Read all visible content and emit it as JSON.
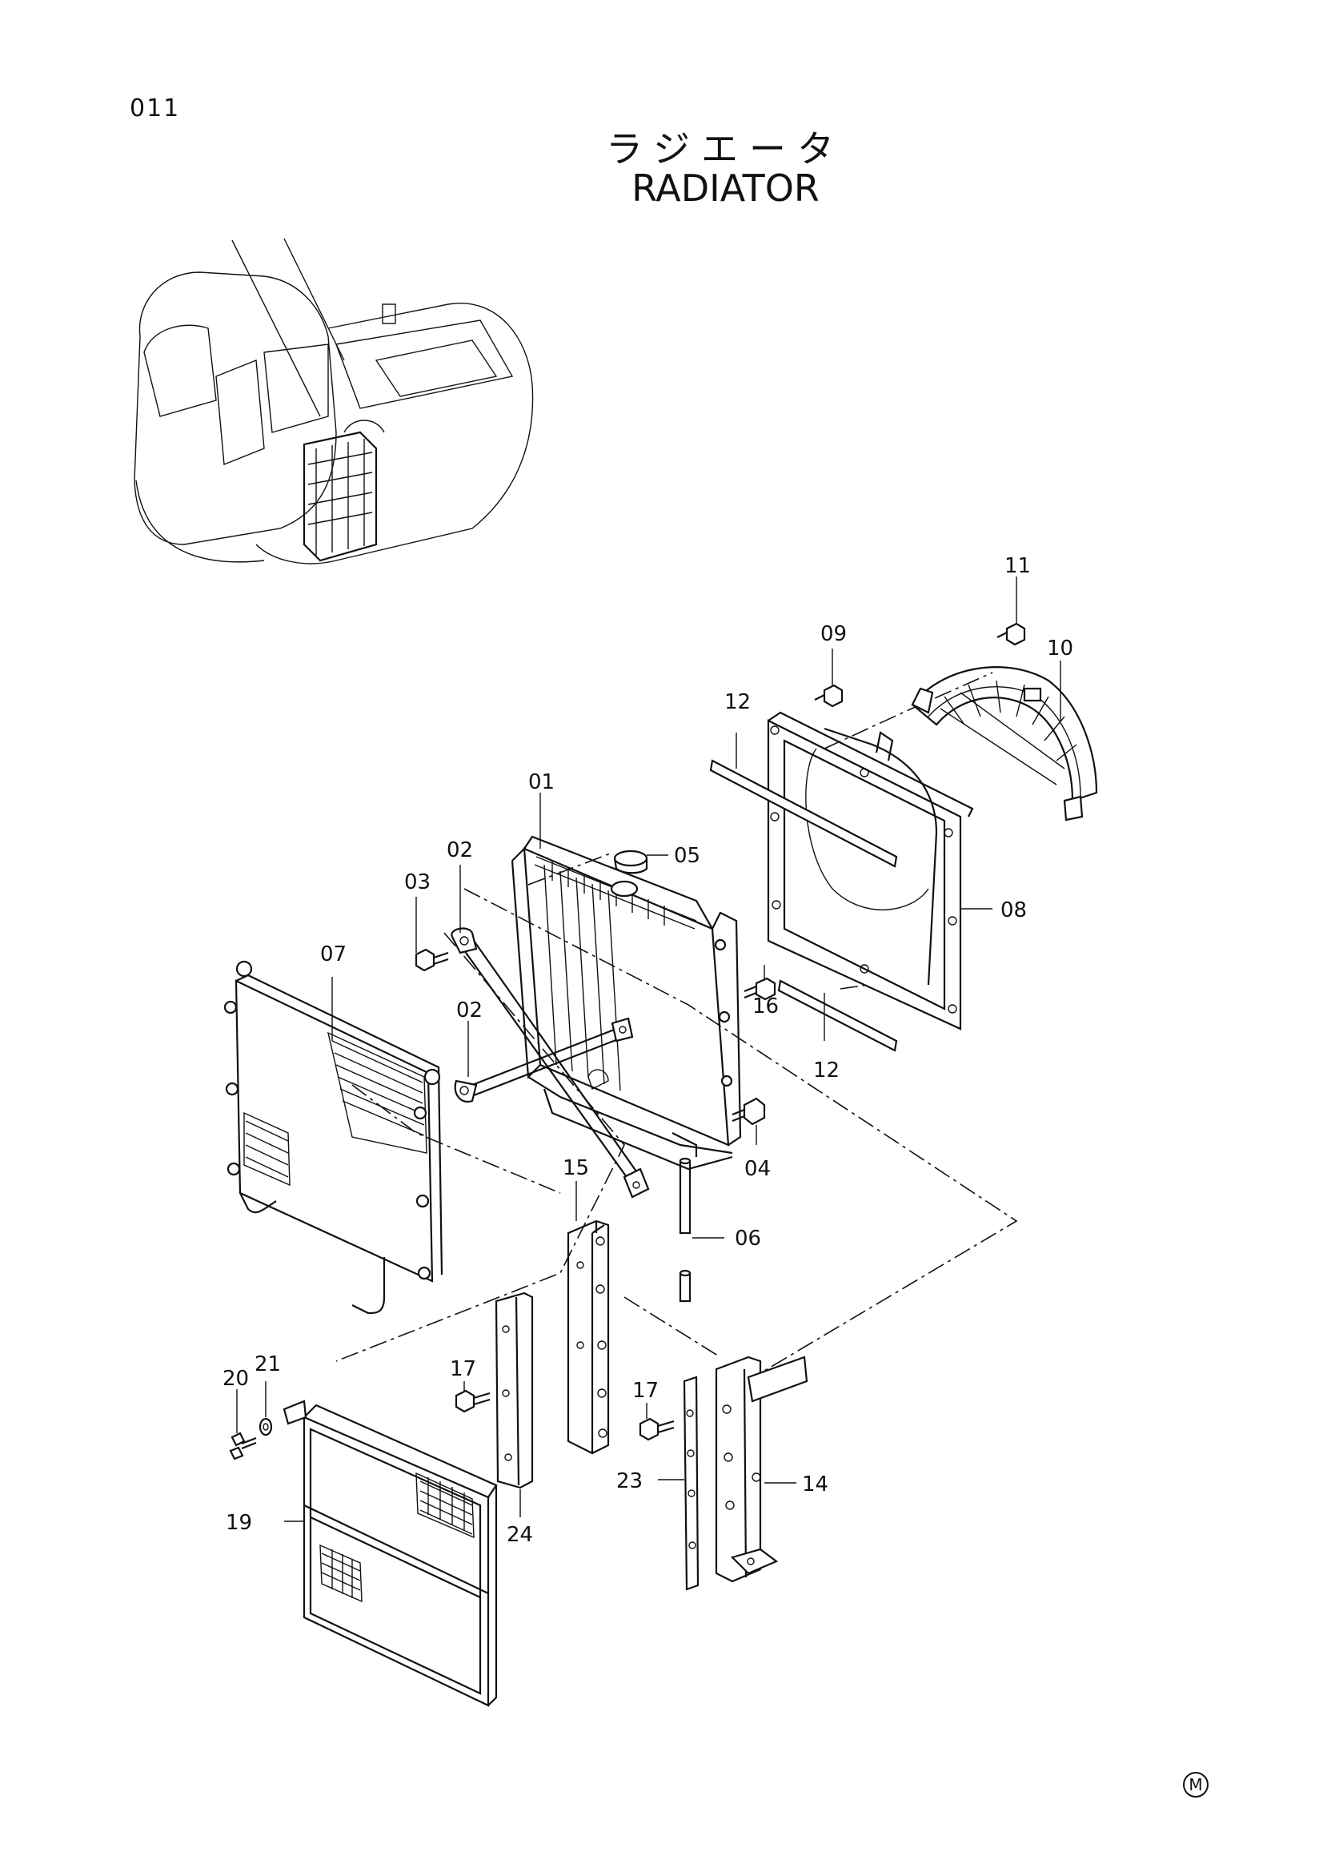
{
  "page": {
    "number": "011",
    "title_jp": "ラジエータ",
    "title_en": "RADIATOR",
    "mark": "M"
  },
  "parts": {
    "p01": "01",
    "p02a": "02",
    "p02b": "02",
    "p03": "03",
    "p04": "04",
    "p05": "05",
    "p06": "06",
    "p07": "07",
    "p08": "08",
    "p09": "09",
    "p10": "10",
    "p11": "11",
    "p12a": "12",
    "p12b": "12",
    "p14": "14",
    "p15": "15",
    "p16": "16",
    "p17a": "17",
    "p17b": "17",
    "p19": "19",
    "p20": "20",
    "p21": "21",
    "p23": "23",
    "p24": "24"
  }
}
